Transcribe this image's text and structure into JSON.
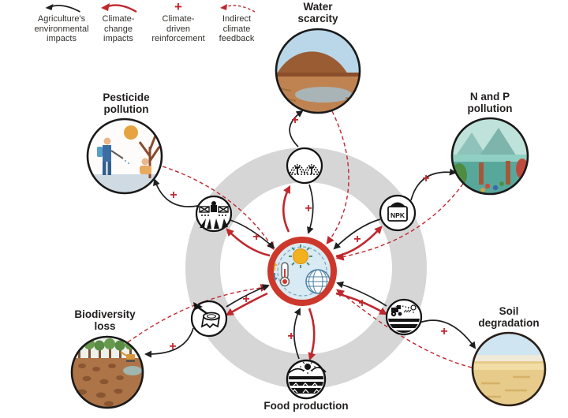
{
  "legend": {
    "items": [
      {
        "id": "agriculture-impacts",
        "symbol": "black-solid-arrow",
        "label": "Agriculture's\nenvironmental\nimpacts"
      },
      {
        "id": "climate-change-impacts",
        "symbol": "red-solid-arrow",
        "label": "Climate-\nchange\nimpacts"
      },
      {
        "id": "climate-driven-reinforcement",
        "symbol": "red-plus",
        "label": "Climate-\ndriven\nreinforcement"
      },
      {
        "id": "indirect-climate-feedback",
        "symbol": "red-dashed-arrow",
        "label": "Indirect\nclimate\nfeedback"
      }
    ]
  },
  "center_hub": {
    "id": "climate-change",
    "depicts": "sun, thermometer and globe"
  },
  "outer_nodes": [
    {
      "id": "water-scarcity",
      "label": "Water\nscarcity",
      "depicts": "dry landscape with shrinking lake"
    },
    {
      "id": "n-and-p-pollution",
      "label": "N and P\npollution",
      "depicts": "algal bloom in coastal water"
    },
    {
      "id": "soil-degradation",
      "label": "Soil\ndegradation",
      "depicts": "barren sandy field"
    },
    {
      "id": "food-production",
      "label": "Food production",
      "depicts": "sun over crop field icon"
    },
    {
      "id": "biodiversity-loss",
      "label": "Biodiversity\nloss",
      "depicts": "deforested cleared land"
    },
    {
      "id": "pesticide-pollution",
      "label": "Pesticide\npollution",
      "depicts": "workers spraying near dead tree"
    }
  ],
  "ring_icons": [
    {
      "id": "irrigation",
      "depicts": "sprinkler irrigation"
    },
    {
      "id": "pesticide-sprayer",
      "depicts": "boom sprayer over crop rows"
    },
    {
      "id": "fertilizer",
      "depicts": "fertilizer bag",
      "text": "NPK"
    },
    {
      "id": "deforestation",
      "depicts": "axe and tree stump"
    },
    {
      "id": "tillage",
      "depicts": "tractor ploughing field"
    },
    {
      "id": "food-production",
      "depicts": "sun over planted field"
    }
  ],
  "symbols": {
    "plus": "+"
  },
  "colors": {
    "accent_red": "#c0272d",
    "center_ring_red": "#cc392c",
    "ring_gray": "#d6d6d6",
    "arrow_black": "#1f1f1f"
  }
}
